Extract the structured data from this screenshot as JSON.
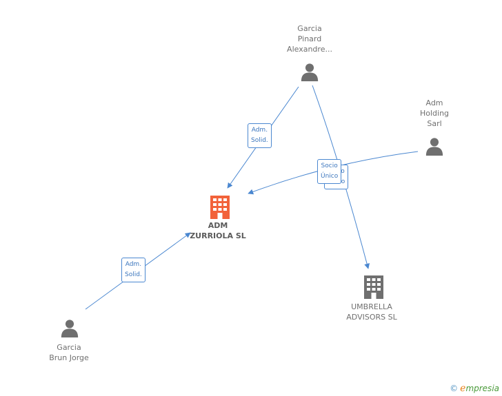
{
  "nodes": {
    "adm_zurriola": {
      "label": "ADM\nZURRIOLA SL",
      "kind": "company",
      "color": "#f2623a"
    },
    "umbrella": {
      "label": "UMBRELLA\nADVISORS SL",
      "kind": "company",
      "color": "#6f6f6f"
    },
    "garcia_pinard": {
      "label": "Garcia\nPinard\nAlexandre...",
      "kind": "person",
      "color": "#6f6f6f"
    },
    "adm_holding": {
      "label": "Adm\nHolding\nSarl",
      "kind": "person",
      "color": "#6f6f6f"
    },
    "garcia_brun": {
      "label": "Garcia\nBrun Jorge",
      "kind": "person",
      "color": "#6f6f6f"
    }
  },
  "edges": {
    "pinard_to_zurriola": {
      "label": "Adm.\nSolid."
    },
    "brun_to_zurriola": {
      "label": "Adm.\nSolid."
    },
    "holding_to_zurriola": {
      "label": "Socio\nÚnico"
    },
    "pinard_to_umbrella": {
      "label": "Socio\nÚnico"
    }
  },
  "colors": {
    "edge": "#4a87d0"
  },
  "footer": {
    "copyright_symbol": "©",
    "brand_initial": "ℯ",
    "brand_rest": "mpresia"
  }
}
